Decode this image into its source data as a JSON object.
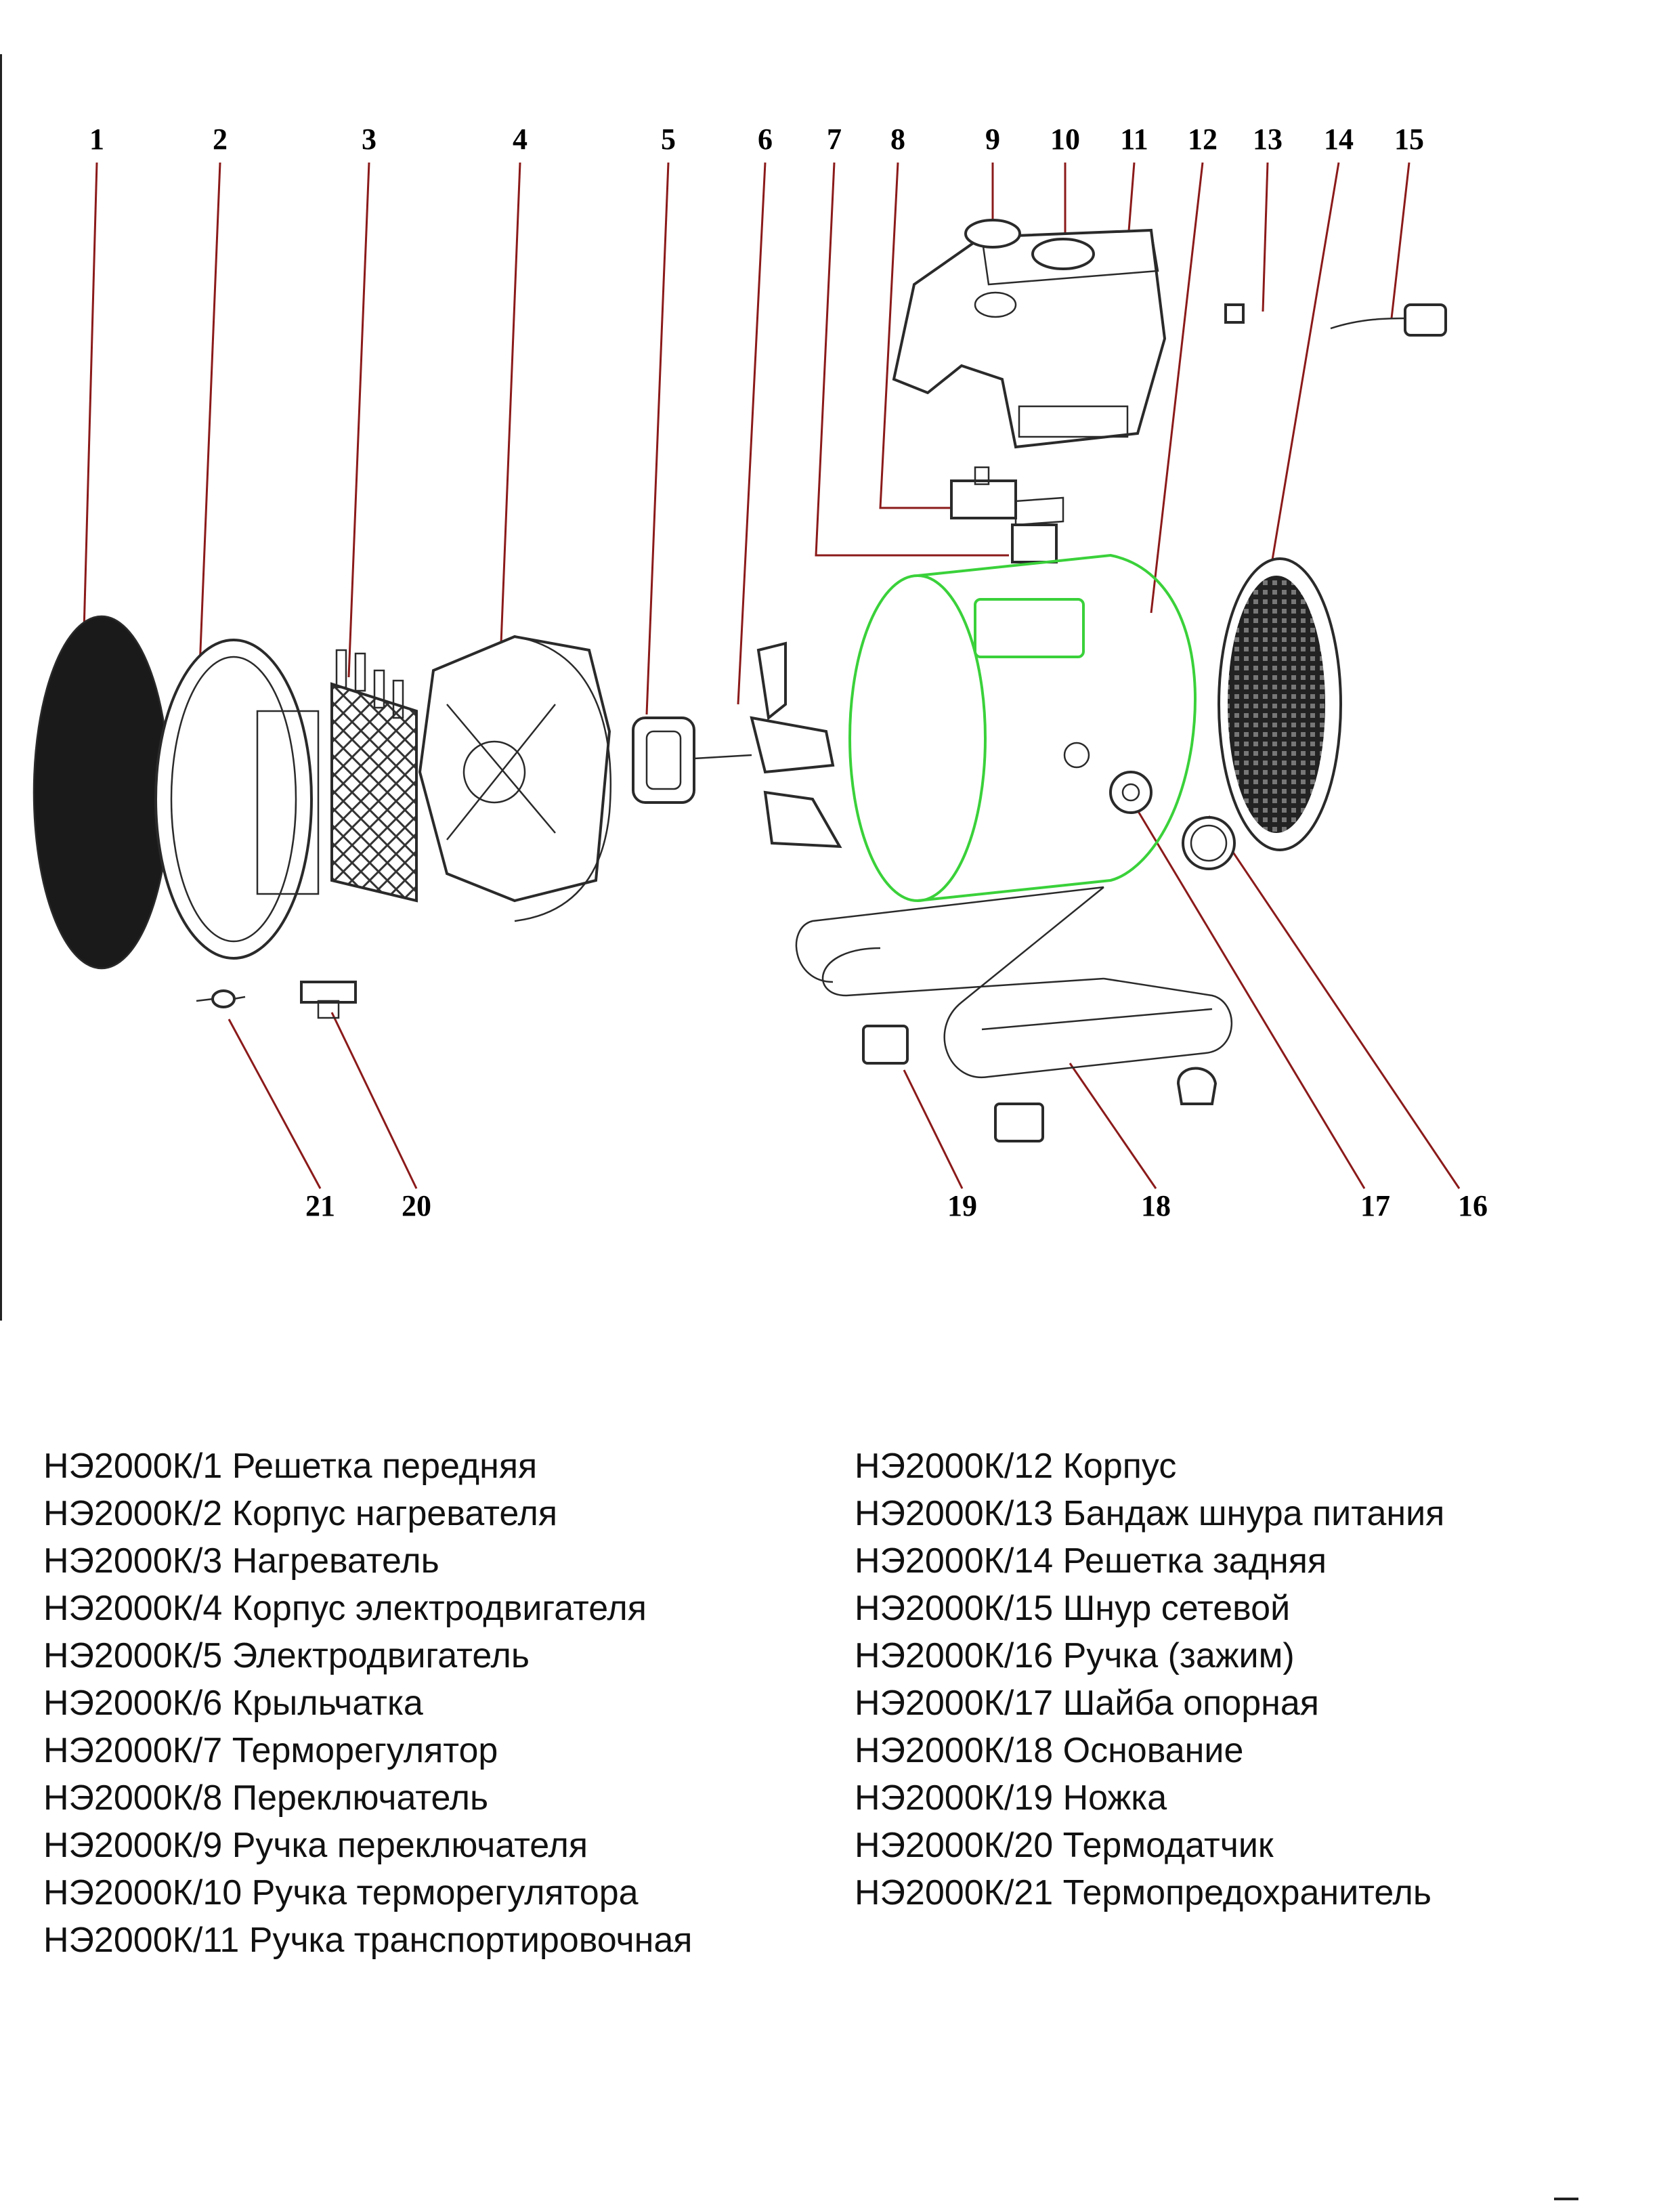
{
  "callouts": [
    "1",
    "2",
    "3",
    "4",
    "5",
    "6",
    "7",
    "8",
    "9",
    "10",
    "11",
    "12",
    "13",
    "14",
    "15",
    "16",
    "17",
    "18",
    "19",
    "20",
    "21"
  ],
  "colors": {
    "leader": "#8b1a1a",
    "housing_highlight": "#3ad13a",
    "ink": "#111111"
  },
  "legend_left": [
    "НЭ2000К/1 Решетка передняя",
    "НЭ2000К/2 Корпус нагревателя",
    "НЭ2000К/3 Нагреватель",
    "НЭ2000К/4 Корпус электродвигателя",
    "НЭ2000К/5 Электродвигатель",
    "НЭ2000К/6 Крыльчатка",
    "НЭ2000К/7 Терморегулятор",
    "НЭ2000К/8 Переключатель",
    "НЭ2000К/9 Ручка переключателя",
    "НЭ2000К/10 Ручка терморегулятора",
    "НЭ2000К/11 Ручка транспортировочная"
  ],
  "legend_right": [
    "НЭ2000К/12 Корпус",
    "НЭ2000К/13 Бандаж шнура питания",
    "НЭ2000К/14 Решетка задняя",
    "НЭ2000К/15 Шнур сетевой",
    "НЭ2000К/16 Ручка (зажим)",
    "НЭ2000К/17 Шайба опорная",
    "НЭ2000К/18 Основание",
    "НЭ2000К/19 Ножка",
    "НЭ2000К/20 Термодатчик",
    "НЭ2000К/21 Термопредохранитель"
  ]
}
